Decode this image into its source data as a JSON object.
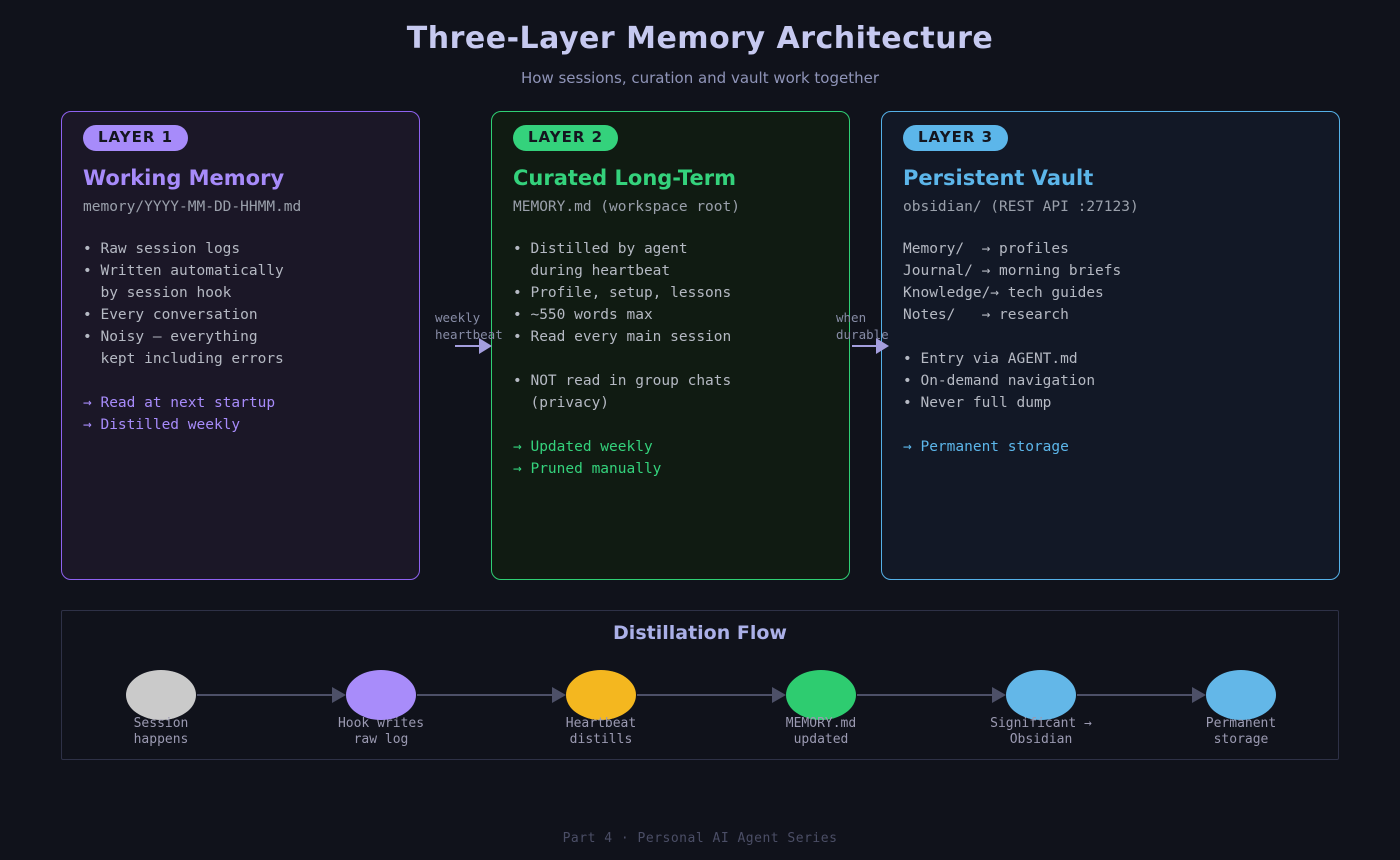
{
  "header": {
    "title": "Three-Layer Memory Architecture",
    "subtitle": "How sessions, curation and vault work together"
  },
  "cards": [
    {
      "badge": "LAYER 1",
      "title": "Working Memory",
      "path": "memory/YYYY-MM-DD-HHMM.md",
      "colors": {
        "accent": "#a78bfa",
        "border": "#8e62f0",
        "background": "#1b1727",
        "badge_text": "#14161f"
      },
      "lines": [
        {
          "text": "• Raw session logs"
        },
        {
          "text": "• Written automatically"
        },
        {
          "text": "  by session hook"
        },
        {
          "text": "• Every conversation"
        },
        {
          "text": "• Noisy — everything"
        },
        {
          "text": "  kept including errors"
        },
        {
          "text": ""
        },
        {
          "text": "→ Read at next startup",
          "accent": true
        },
        {
          "text": "→ Distilled weekly",
          "accent": true
        }
      ]
    },
    {
      "badge": "LAYER 2",
      "title": "Curated Long-Term",
      "path": "MEMORY.md (workspace root)",
      "colors": {
        "accent": "#34d27c",
        "border": "#2fcf74",
        "background": "#101b12",
        "badge_text": "#14161f"
      },
      "lines": [
        {
          "text": "• Distilled by agent"
        },
        {
          "text": "  during heartbeat"
        },
        {
          "text": "• Profile, setup, lessons"
        },
        {
          "text": "• ~550 words max"
        },
        {
          "text": "• Read every main session"
        },
        {
          "text": ""
        },
        {
          "text": "• NOT read in group chats"
        },
        {
          "text": "  (privacy)"
        },
        {
          "text": ""
        },
        {
          "text": "→ Updated weekly",
          "accent": true
        },
        {
          "text": "→ Pruned manually",
          "accent": true
        }
      ]
    },
    {
      "badge": "LAYER 3",
      "title": "Persistent Vault",
      "path": "obsidian/ (REST API :27123)",
      "colors": {
        "accent": "#5cb6ea",
        "border": "#55b1e8",
        "background": "#121826",
        "badge_text": "#14161f"
      },
      "lines": [
        {
          "text": "Memory/  → profiles"
        },
        {
          "text": "Journal/ → morning briefs"
        },
        {
          "text": "Knowledge/→ tech guides"
        },
        {
          "text": "Notes/   → research"
        },
        {
          "text": ""
        },
        {
          "text": "• Entry via AGENT.md"
        },
        {
          "text": "• On-demand navigation"
        },
        {
          "text": "• Never full dump"
        },
        {
          "text": ""
        },
        {
          "text": "→ Permanent storage",
          "accent": true
        }
      ]
    }
  ],
  "connectors": [
    {
      "lines": [
        "weekly",
        "heartbeat"
      ]
    },
    {
      "lines": [
        "when",
        "durable"
      ]
    }
  ],
  "flow": {
    "title": "Distillation Flow",
    "arrow_color": "#4d5068",
    "nodes": [
      {
        "label": [
          "Session",
          "happens"
        ],
        "color": "#cacaca"
      },
      {
        "label": [
          "Hook writes",
          "raw log"
        ],
        "color": "#a88cfa"
      },
      {
        "label": [
          "Heartbeat",
          "distills"
        ],
        "color": "#f4b71f"
      },
      {
        "label": [
          "MEMORY.md",
          "updated"
        ],
        "color": "#2ecc70"
      },
      {
        "label": [
          "Significant →",
          "Obsidian"
        ],
        "color": "#63b7e8"
      },
      {
        "label": [
          "Permanent",
          "storage"
        ],
        "color": "#63b7e8"
      }
    ]
  },
  "footer": {
    "text": "Part 4 · Personal AI Agent Series"
  }
}
